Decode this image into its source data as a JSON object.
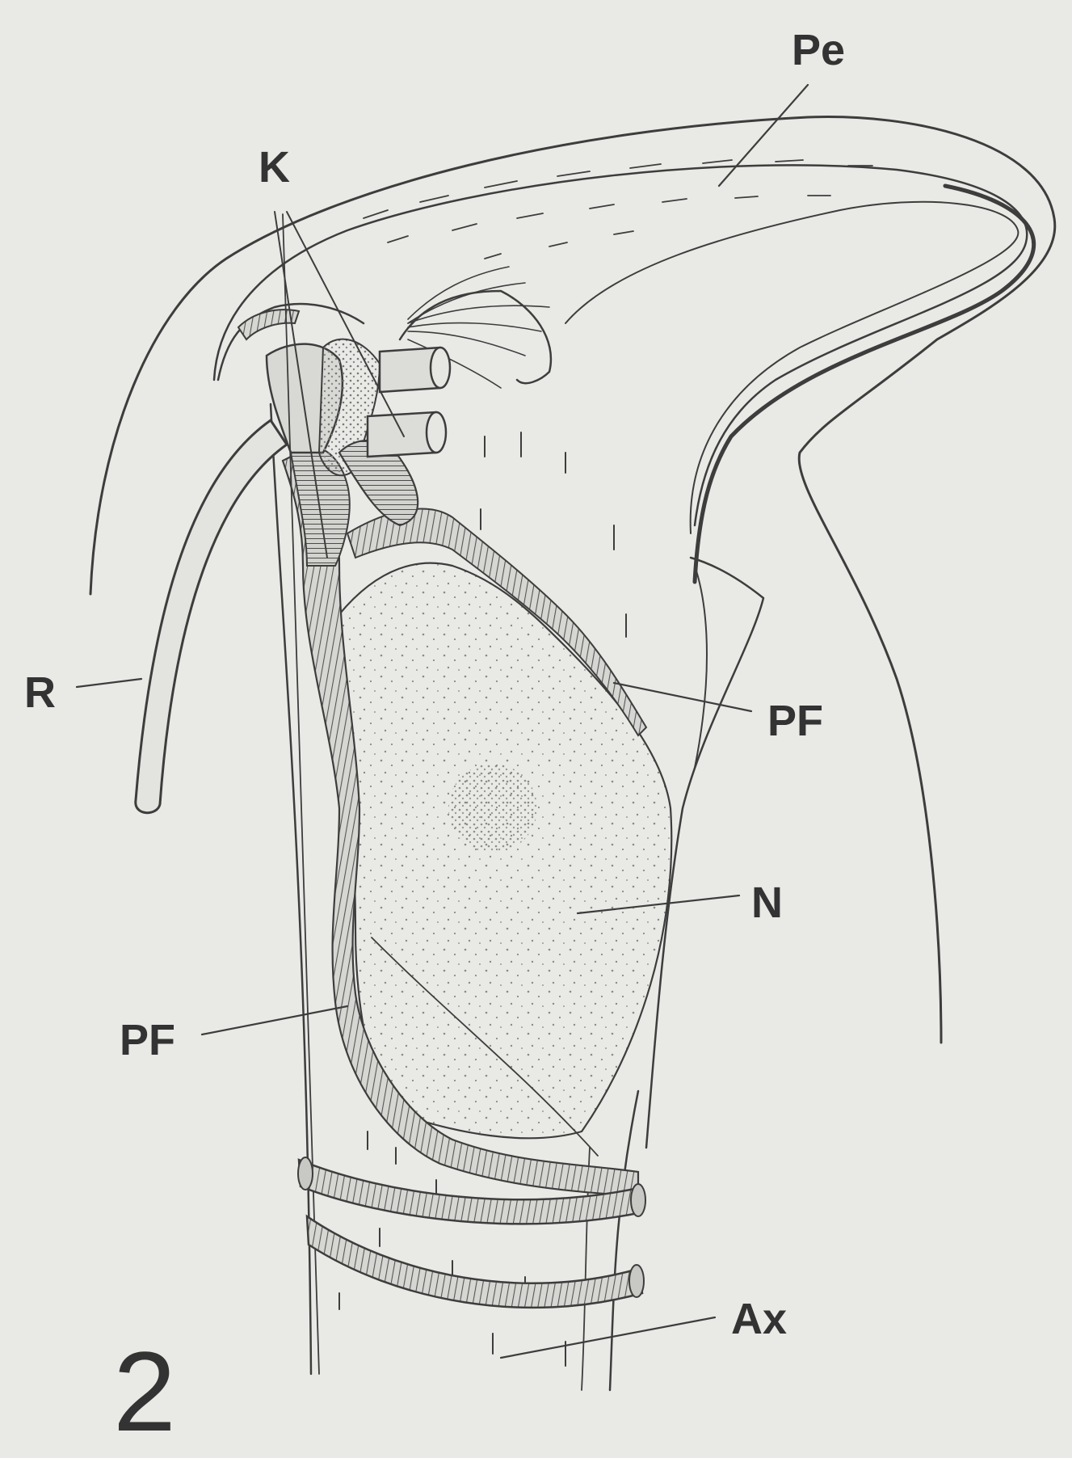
{
  "figure": {
    "number": "2",
    "labels": {
      "pe": "Pe",
      "k": "K",
      "r": "R",
      "pf_right": "PF",
      "n": "N",
      "pf_left": "PF",
      "ax": "Ax"
    }
  }
}
